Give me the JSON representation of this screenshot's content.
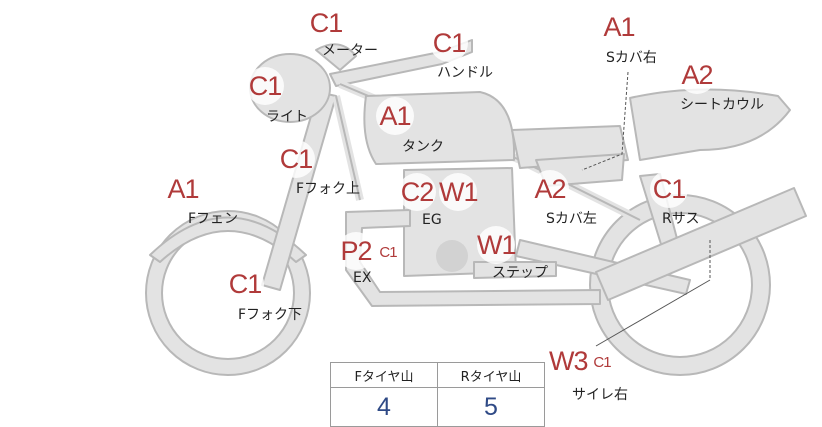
{
  "parts": [
    {
      "grade": "C1",
      "label": "メーター"
    },
    {
      "grade": "C1",
      "label": "ハンドル"
    },
    {
      "grade": "C1",
      "label": "ライト"
    },
    {
      "grade": "A1",
      "label": "タンク"
    },
    {
      "grade": "A1",
      "label": "Sカバ右"
    },
    {
      "grade": "A2",
      "label": "シートカウル"
    },
    {
      "grade": "C1",
      "label": "Fフォク上"
    },
    {
      "grade": "A1",
      "label": "Fフェン"
    },
    {
      "grade": "C2",
      "grade2": "W1",
      "label": "EG"
    },
    {
      "grade": "A2",
      "label": "Sカバ左"
    },
    {
      "grade": "C1",
      "label": "Rサス"
    },
    {
      "grade": "P2",
      "grade2": "C1",
      "label": "EX"
    },
    {
      "grade": "W1",
      "label": "ステップ"
    },
    {
      "grade": "C1",
      "label": "Fフォク下"
    },
    {
      "grade": "W3",
      "grade2": "C1",
      "label": "サイレ右"
    }
  ],
  "tire_table": {
    "headers": [
      "Fタイヤ山",
      "Rタイヤ山"
    ],
    "values": [
      "4",
      "5"
    ]
  }
}
